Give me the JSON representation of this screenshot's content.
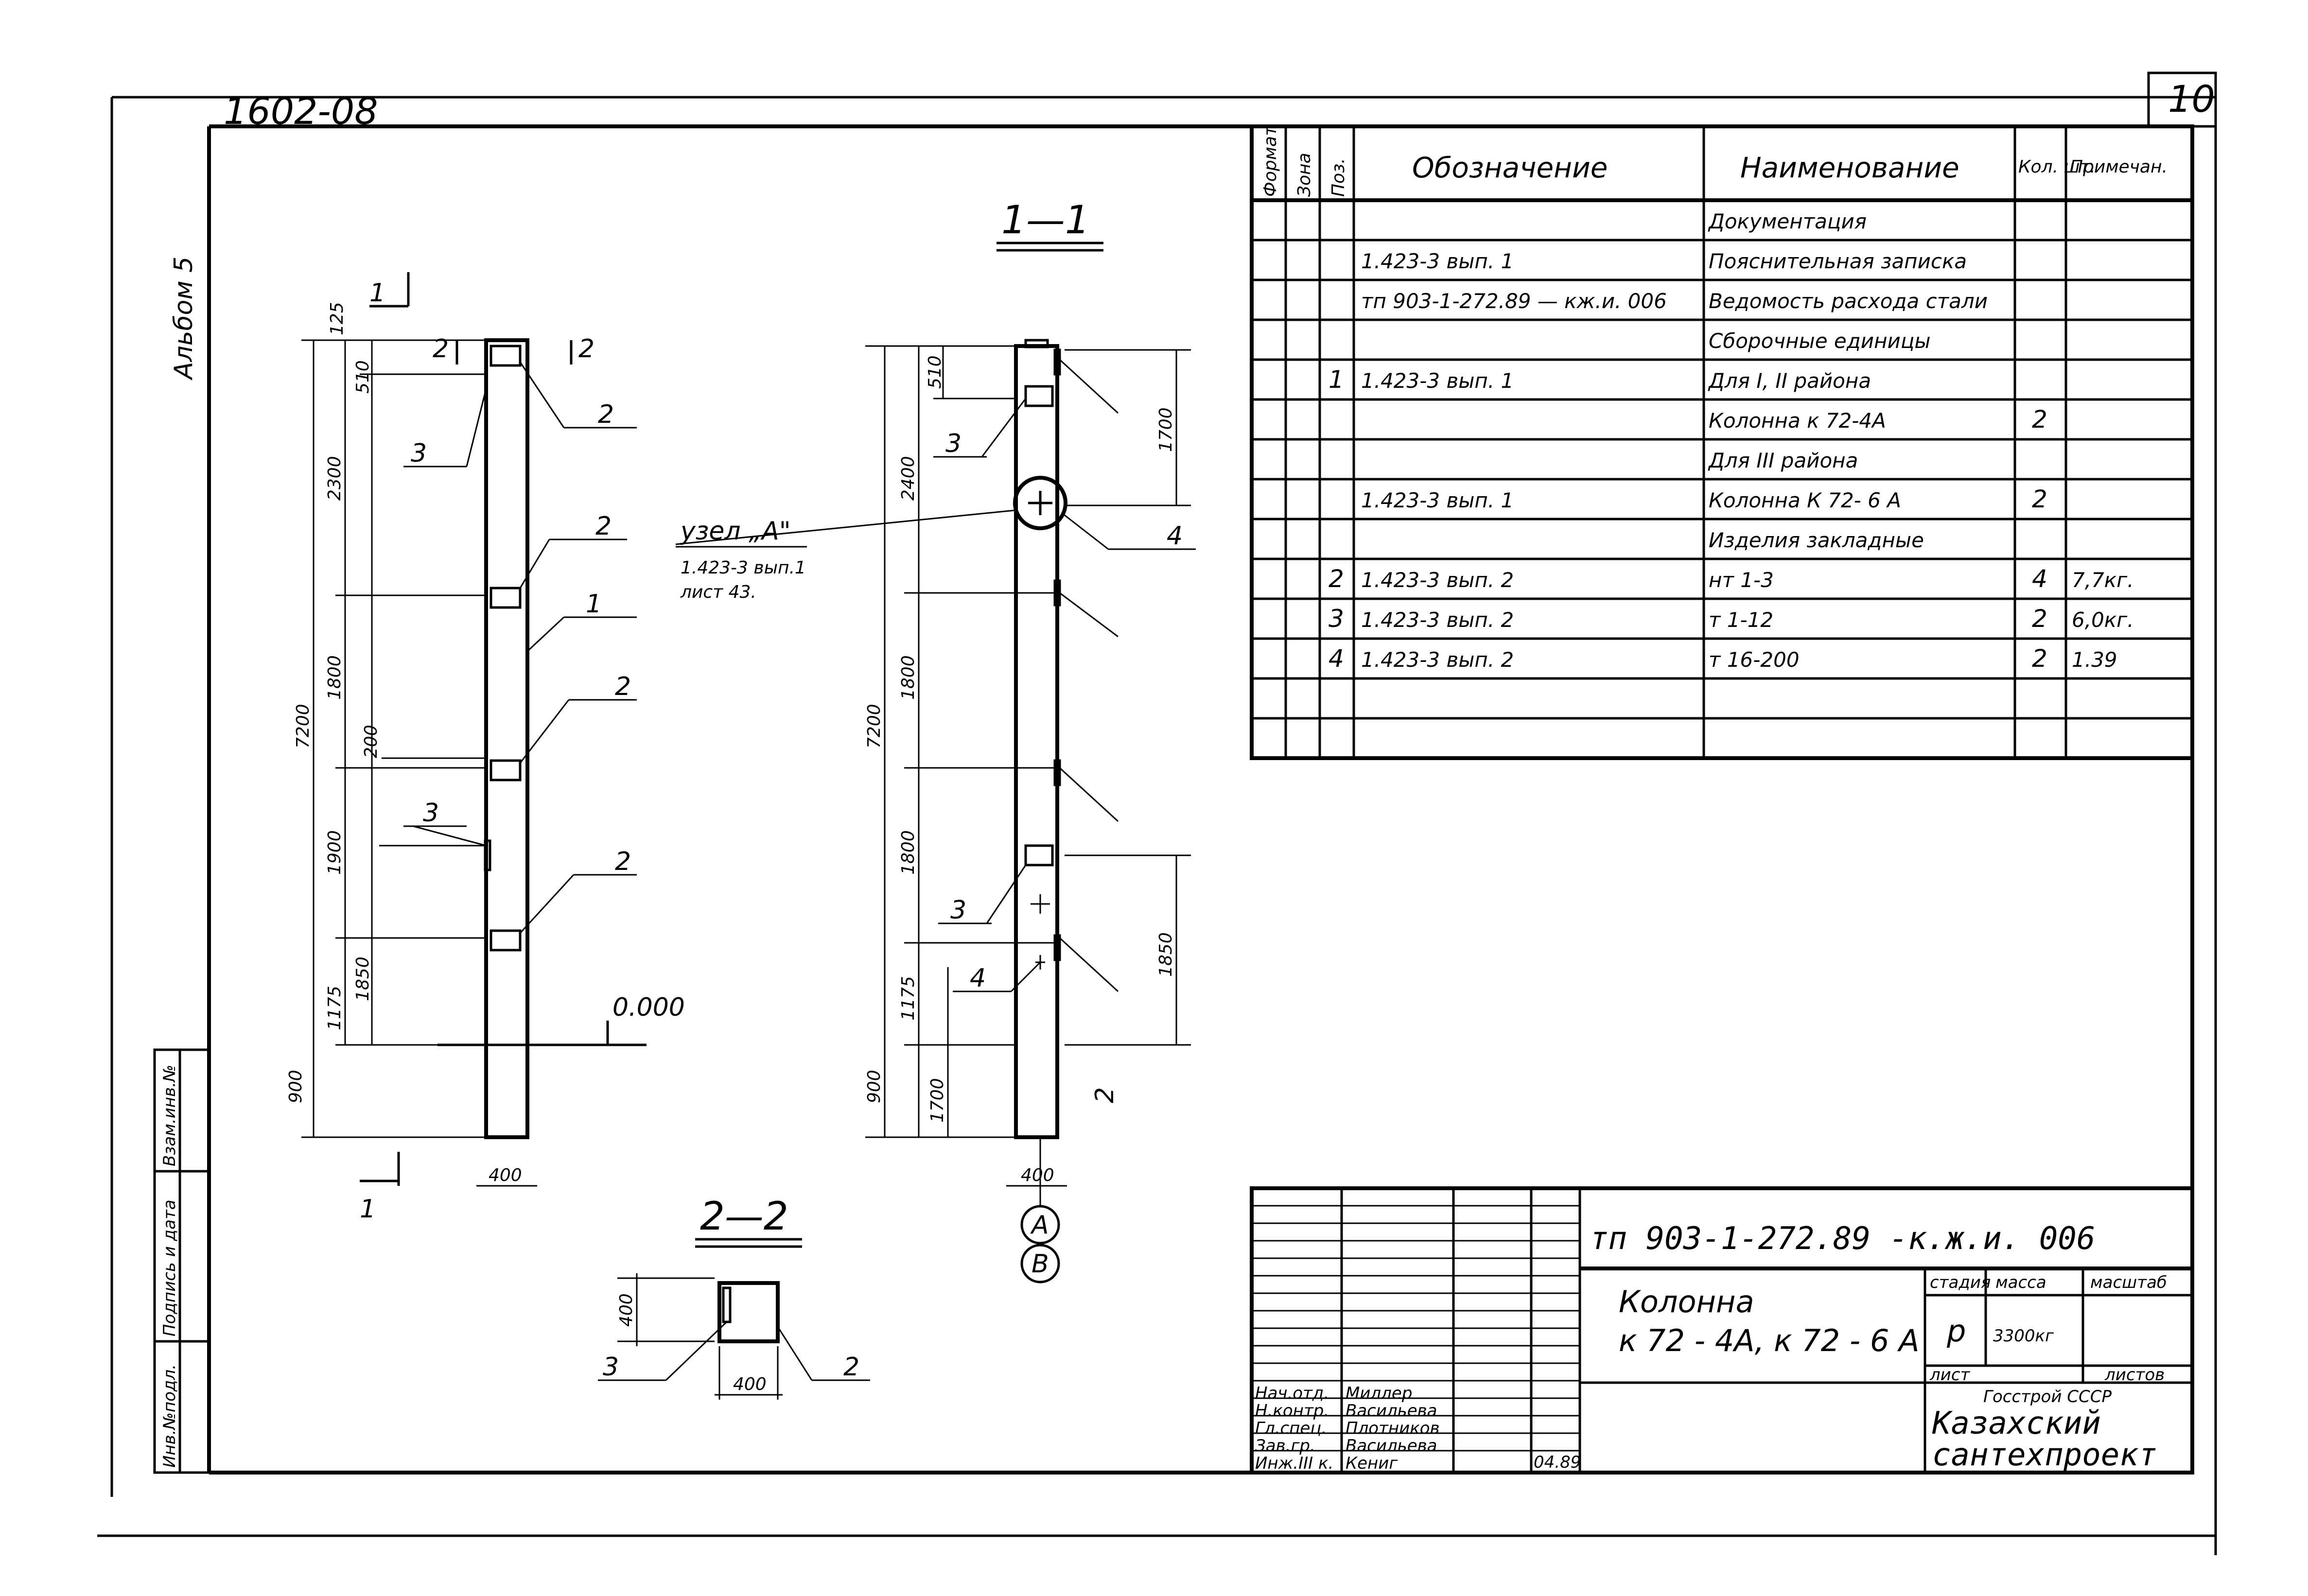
{
  "sheet": {
    "page_number": "10",
    "top_code": "1602-08",
    "album": "Альбом 5"
  },
  "spec_table": {
    "headers": {
      "format": "Формат",
      "zone": "Зона",
      "pos": "Поз.",
      "designation": "Обозначение",
      "name": "Наименование",
      "qty": "Кол. шт.",
      "note": "Примечан."
    },
    "rows": [
      {
        "pos": "",
        "designation": "",
        "name": "Документация",
        "qty": "",
        "note": ""
      },
      {
        "pos": "",
        "designation": "1.423-3    вып. 1",
        "name": "Пояснительная записка",
        "qty": "",
        "note": ""
      },
      {
        "pos": "",
        "designation": "тп 903-1-272.89 — кж.и. 006",
        "name": "Ведомость расхода стали",
        "qty": "",
        "note": ""
      },
      {
        "pos": "",
        "designation": "",
        "name": "Сборочные единицы",
        "qty": "",
        "note": ""
      },
      {
        "pos": "1",
        "designation": "1.423-3    вып. 1",
        "name": "Для   I, II  района",
        "qty": "",
        "note": ""
      },
      {
        "pos": "",
        "designation": "",
        "name": "Колонна  к 72-4А",
        "qty": "2",
        "note": ""
      },
      {
        "pos": "",
        "designation": "",
        "name": "Для   III   района",
        "qty": "",
        "note": ""
      },
      {
        "pos": "",
        "designation": "1.423-3    вып. 1",
        "name": "Колонна   К 72- 6 А",
        "qty": "2",
        "note": ""
      },
      {
        "pos": "",
        "designation": "",
        "name": "Изделия закладные",
        "qty": "",
        "note": ""
      },
      {
        "pos": "2",
        "designation": "1.423-3    вып. 2",
        "name": "нт 1-3",
        "qty": "4",
        "note": "7,7кг."
      },
      {
        "pos": "3",
        "designation": "1.423-3    вып. 2",
        "name": "т 1-12",
        "qty": "2",
        "note": "6,0кг."
      },
      {
        "pos": "4",
        "designation": "1.423-3    вып. 2",
        "name": "т 16-200",
        "qty": "2",
        "note": "1.39"
      },
      {
        "pos": "",
        "designation": "",
        "name": "",
        "qty": "",
        "note": ""
      },
      {
        "pos": "",
        "designation": "",
        "name": "",
        "qty": "",
        "note": ""
      }
    ]
  },
  "drawing": {
    "elevation": {
      "section_mark": "1",
      "dims_left": [
        "125",
        "510",
        "2300",
        "1800",
        "200",
        "1900",
        "1850",
        "1175",
        "900",
        "7200"
      ],
      "width": "400",
      "level": "0.000",
      "callouts": [
        "2",
        "3",
        "2",
        "1",
        "2",
        "3",
        "2"
      ],
      "cut": "2"
    },
    "section_11": {
      "title": "1—1",
      "dims_left": [
        "510",
        "2400",
        "1800",
        "1800",
        "1175",
        "900",
        "7200",
        "1700"
      ],
      "dims_right": [
        "1700",
        "1850"
      ],
      "width": "400",
      "callouts": [
        "3",
        "4",
        "3",
        "4",
        "2"
      ],
      "node_label": [
        "узел „А\"",
        "1.423-3 вып.1",
        "лист 43."
      ],
      "axis_a": "А",
      "axis_b": "В"
    },
    "section_22": {
      "title": "2—2",
      "dim_h": "400",
      "dim_w": "400",
      "callouts": [
        "3",
        "2"
      ]
    }
  },
  "title_block": {
    "code": "тп 903-1-272.89   -к.ж.и. 006",
    "title_line1": "Колонна",
    "title_line2": "к 72 - 4А,  к 72 - 6 А",
    "stage_label": "стадия",
    "mass_label": "масса",
    "scale_label": "масштаб",
    "stage": "р",
    "mass": "3300кг",
    "sheet_label": "лист",
    "sheets_label": "листов",
    "org1": "Госстрой СССР",
    "org2": "Казахский",
    "org3": "сантехпроект",
    "date": "04.89",
    "staff": [
      {
        "role": "Нач.отд.",
        "name": "Миллер"
      },
      {
        "role": "Н.контр.",
        "name": "Васильева"
      },
      {
        "role": "Гл.спец.",
        "name": "Плотников"
      },
      {
        "role": "Зав.гр.",
        "name": "Васильева"
      },
      {
        "role": "Инж.III к.",
        "name": "Кениг"
      }
    ]
  },
  "side_strip": {
    "labels": [
      "Инв.№подл.",
      "Подпись и дата",
      "Взам.инв.№"
    ]
  }
}
